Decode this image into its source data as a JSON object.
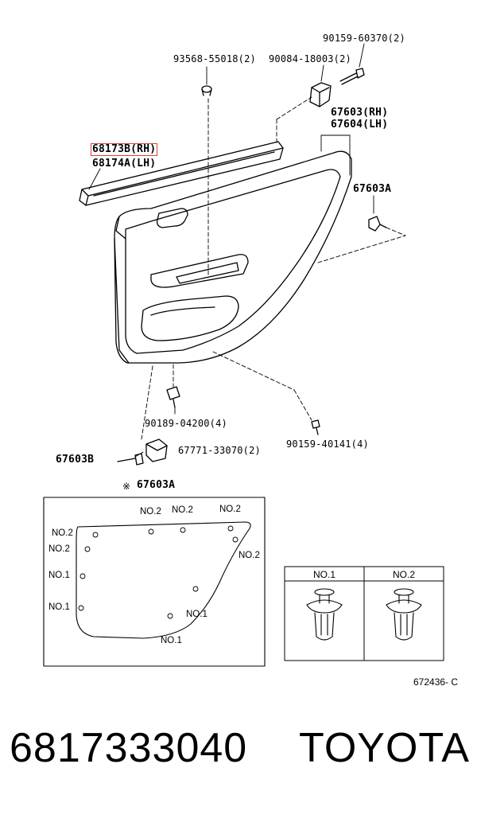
{
  "callouts": {
    "bolt_top": "90159-60370(2)",
    "clip_93568": "93568-55018(2)",
    "bracket_90084": "90084-18003(2)",
    "panel_rh": "67603(RH)",
    "panel_lh": "67604(LH)",
    "weatherstrip_rh": "68173B(RH)",
    "weatherstrip_lh": "68174A(LH)",
    "clip_67603A": "67603A",
    "screw_90189": "90189-04200(4)",
    "screw_90159_40141": "90159-40141(4)",
    "clip_67603B": "67603B",
    "part_67771": "67771-33070(2)",
    "inset_title": "67603A",
    "inset_mark": "※"
  },
  "inset_clips": [
    "NO.2",
    "NO.2",
    "NO.2",
    "NO.2",
    "NO.2",
    "NO.2",
    "NO.1",
    "NO.1",
    "NO.1",
    "NO.1"
  ],
  "table": {
    "col1": "NO.1",
    "col2": "NO.2"
  },
  "drawing_code": "672436- C",
  "footer": {
    "part_number": "6817333040",
    "brand": "TOYOTA"
  },
  "colors": {
    "highlight": "#e0413a",
    "line": "#000000"
  }
}
